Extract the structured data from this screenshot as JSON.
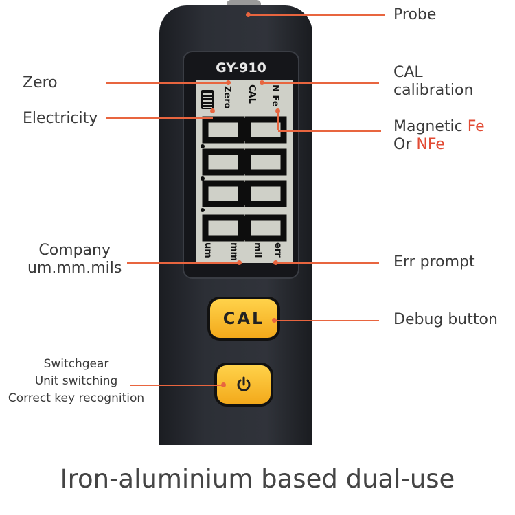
{
  "device": {
    "model": "GY-910",
    "lcd": {
      "indicators": [
        "Zero",
        "CAL",
        "N Fe"
      ],
      "units": [
        "um",
        "mm",
        "mil",
        "err"
      ]
    },
    "buttons": {
      "cal": "CAL",
      "power_icon": "power-icon"
    }
  },
  "labels": {
    "probe": "Probe",
    "zero": "Zero",
    "cal_1": "CAL",
    "cal_2": "calibration",
    "electricity": "Electricity",
    "magnetic_1a": "Magnetic ",
    "magnetic_1b": "Fe",
    "magnetic_2a": "Or ",
    "magnetic_2b": "NFe",
    "company_1": "Company",
    "company_2": "um.mm.mils",
    "err": "Err prompt",
    "debug": "Debug button",
    "switch_1": "Switchgear",
    "switch_2": "Unit switching",
    "switch_3": "Correct key recognition"
  },
  "caption": "Iron-aluminium based dual-use",
  "colors": {
    "accent": "#e8653f",
    "button": "#f7b829"
  }
}
